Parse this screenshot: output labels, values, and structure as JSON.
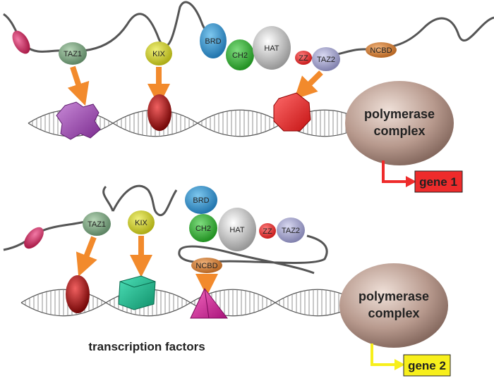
{
  "panel_top": {
    "domains": {
      "taz1": "TAZ1",
      "kix": "KIX",
      "brd": "BRD",
      "ch2": "CH2",
      "hat": "HAT",
      "zz": "ZZ",
      "taz2": "TAZ2",
      "ncbd": "NCBD"
    },
    "polymerase": [
      "polymerase",
      "complex"
    ],
    "gene": "gene 1"
  },
  "panel_bottom": {
    "domains": {
      "taz1": "TAZ1",
      "kix": "KIX",
      "brd": "BRD",
      "ch2": "CH2",
      "hat": "HAT",
      "zz": "ZZ",
      "taz2": "TAZ2",
      "ncbd": "NCBD"
    },
    "polymerase": [
      "polymerase",
      "complex"
    ],
    "gene": "gene 2"
  },
  "caption": "transcription factors",
  "colors": {
    "arrow": "#f28a2c",
    "gene1": "#ee2b2b",
    "gene2": "#f7ef1c",
    "polymerase": "#b89a8e"
  }
}
